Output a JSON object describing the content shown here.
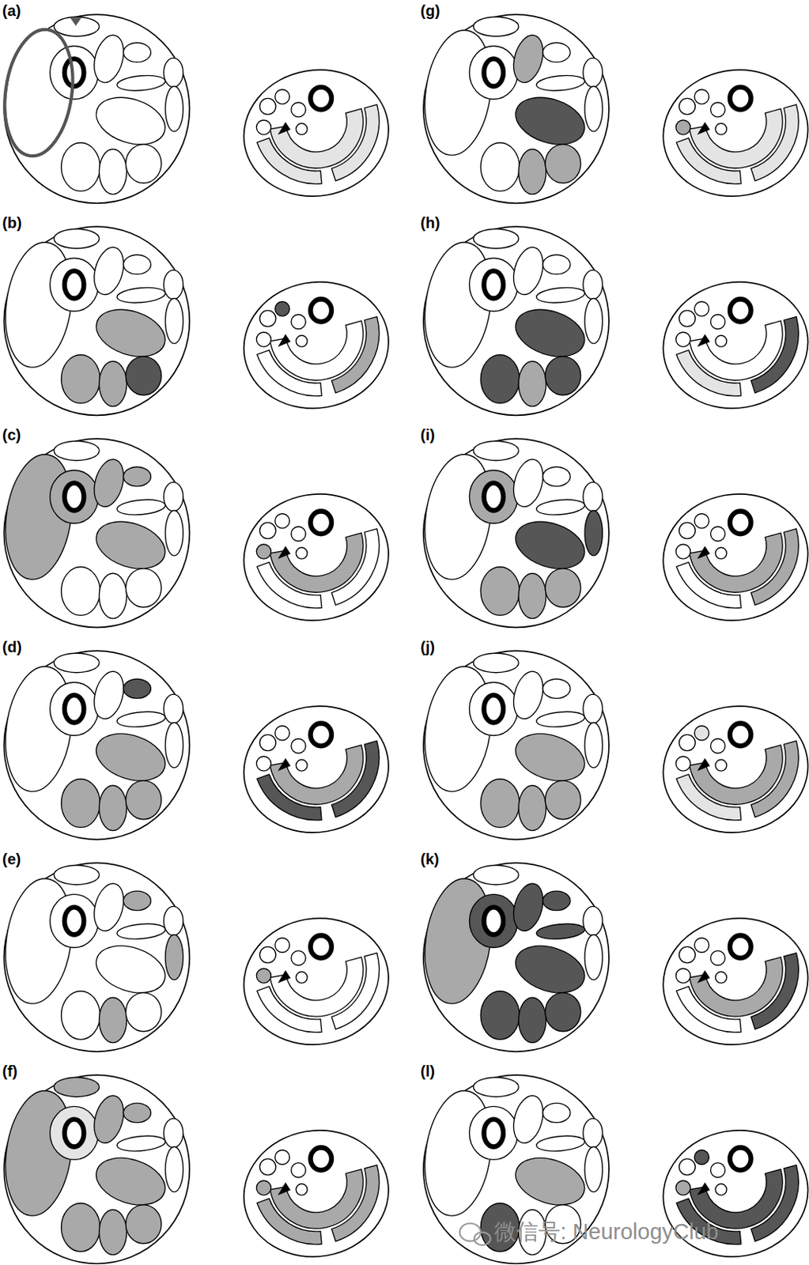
{
  "diagram": {
    "labels": [
      "(a)",
      "(b)",
      "(c)",
      "(d)",
      "(e)",
      "(f)",
      "(g)",
      "(h)",
      "(i)",
      "(j)",
      "(k)",
      "(l)",
      "微信号: NeurologyClub"
    ]
  }
}
